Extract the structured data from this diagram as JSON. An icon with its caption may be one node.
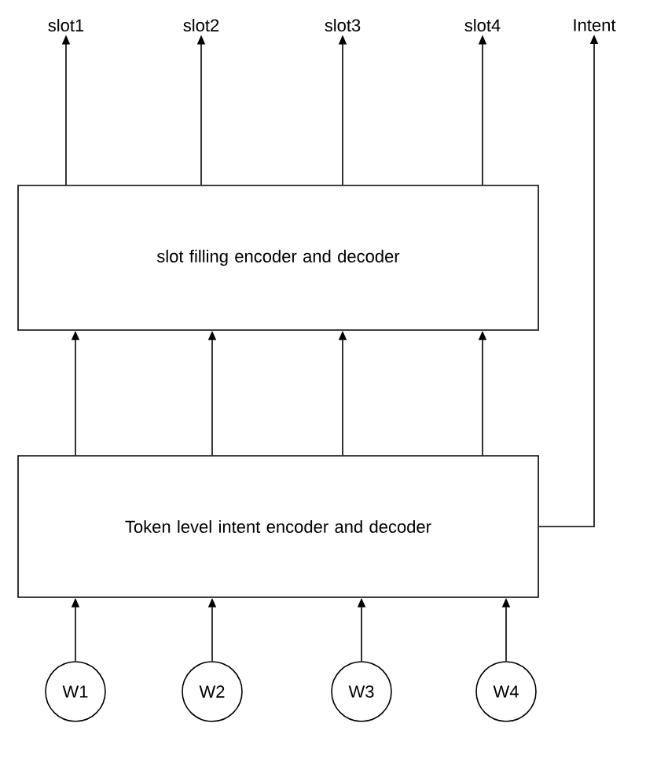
{
  "diagram": {
    "nodes": [
      {
        "text": [
          "slot filling encoder and decoder"
        ]
      },
      {
        "text": [
          "Token level intent encoder and decoder"
        ]
      },
      {
        "text": [
          "W1"
        ]
      },
      {
        "text": [
          "W2"
        ]
      },
      {
        "text": [
          "W3"
        ]
      },
      {
        "text": [
          "W4"
        ]
      },
      {
        "text": [
          "slot1"
        ]
      },
      {
        "text": [
          "slot2"
        ]
      },
      {
        "text": [
          "slot3"
        ]
      },
      {
        "text": [
          "slot4"
        ]
      },
      {
        "text": [
          "Intent"
        ]
      }
    ],
    "edges": [
      {
        "from": 2,
        "to": 1,
        "arrow": "to"
      },
      {
        "from": 3,
        "to": 1,
        "arrow": "to"
      },
      {
        "from": 4,
        "to": 1,
        "arrow": "to"
      },
      {
        "from": 5,
        "to": 1,
        "arrow": "to"
      },
      {
        "from": 1,
        "to": 0,
        "arrow": "to"
      },
      {
        "from": 1,
        "to": 0,
        "arrow": "to"
      },
      {
        "from": 1,
        "to": 0,
        "arrow": "to"
      },
      {
        "from": 1,
        "to": 0,
        "arrow": "to"
      },
      {
        "from": 0,
        "to": 6,
        "arrow": "to"
      },
      {
        "from": 0,
        "to": 7,
        "arrow": "to"
      },
      {
        "from": 0,
        "to": 8,
        "arrow": "to"
      },
      {
        "from": 0,
        "to": 9,
        "arrow": "to"
      },
      {
        "from": 1,
        "to": 10,
        "arrow": "to"
      }
    ]
  }
}
